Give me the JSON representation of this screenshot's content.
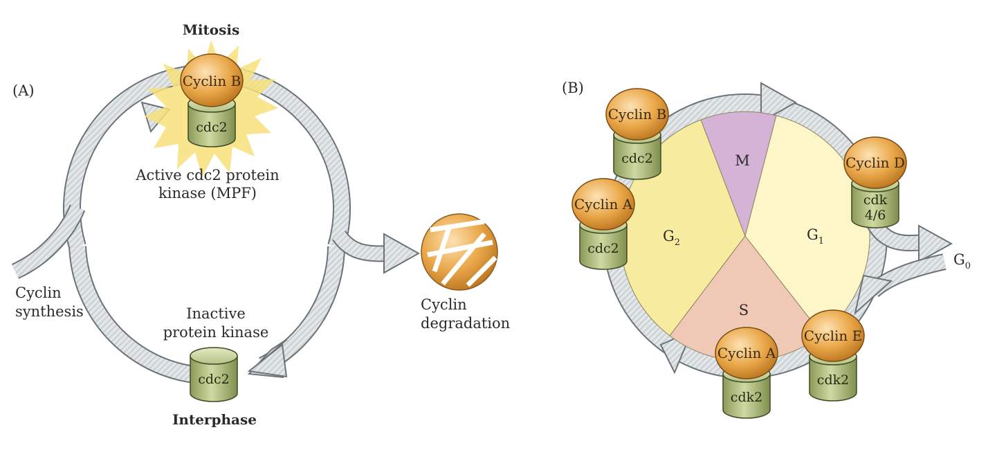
{
  "colors": {
    "cyclin": "#eaa84a",
    "kinase": "#a9b875",
    "arrow_fill": "#e3e6e7",
    "burst": "#f7e07a",
    "phase_M": "#d5b3d6",
    "phase_G1": "#fdf6c8",
    "phase_G2": "#f7eba0",
    "phase_S": "#efc9b5"
  },
  "panel_a": {
    "label": "(A)",
    "top_label": "Mitosis",
    "bottom_label": "Interphase",
    "active_cyclin": "Cyclin B",
    "active_kinase": "cdc2",
    "active_caption_1": "Active cdc2 protein",
    "active_caption_2": "kinase (MPF)",
    "inactive_caption_1": "Inactive",
    "inactive_caption_2": "protein kinase",
    "inactive_kinase": "cdc2",
    "synthesis_1": "Cyclin",
    "synthesis_2": "synthesis",
    "degradation_1": "Cyclin",
    "degradation_2": "degradation"
  },
  "panel_b": {
    "label": "(B)",
    "phases": {
      "M": "M",
      "G1": "G",
      "G1_sub": "1",
      "G2": "G",
      "G2_sub": "2",
      "S": "S",
      "G0": "G",
      "G0_sub": "0"
    },
    "complexes": [
      {
        "cyclin": "Cyclin B",
        "kinase": "cdc2"
      },
      {
        "cyclin": "Cyclin A",
        "kinase": "cdc2"
      },
      {
        "cyclin": "Cyclin D",
        "kinase_1": "cdk",
        "kinase_2": "4/6"
      },
      {
        "cyclin": "Cyclin E",
        "kinase": "cdk2"
      },
      {
        "cyclin": "Cyclin A",
        "kinase": "cdk2"
      }
    ]
  }
}
